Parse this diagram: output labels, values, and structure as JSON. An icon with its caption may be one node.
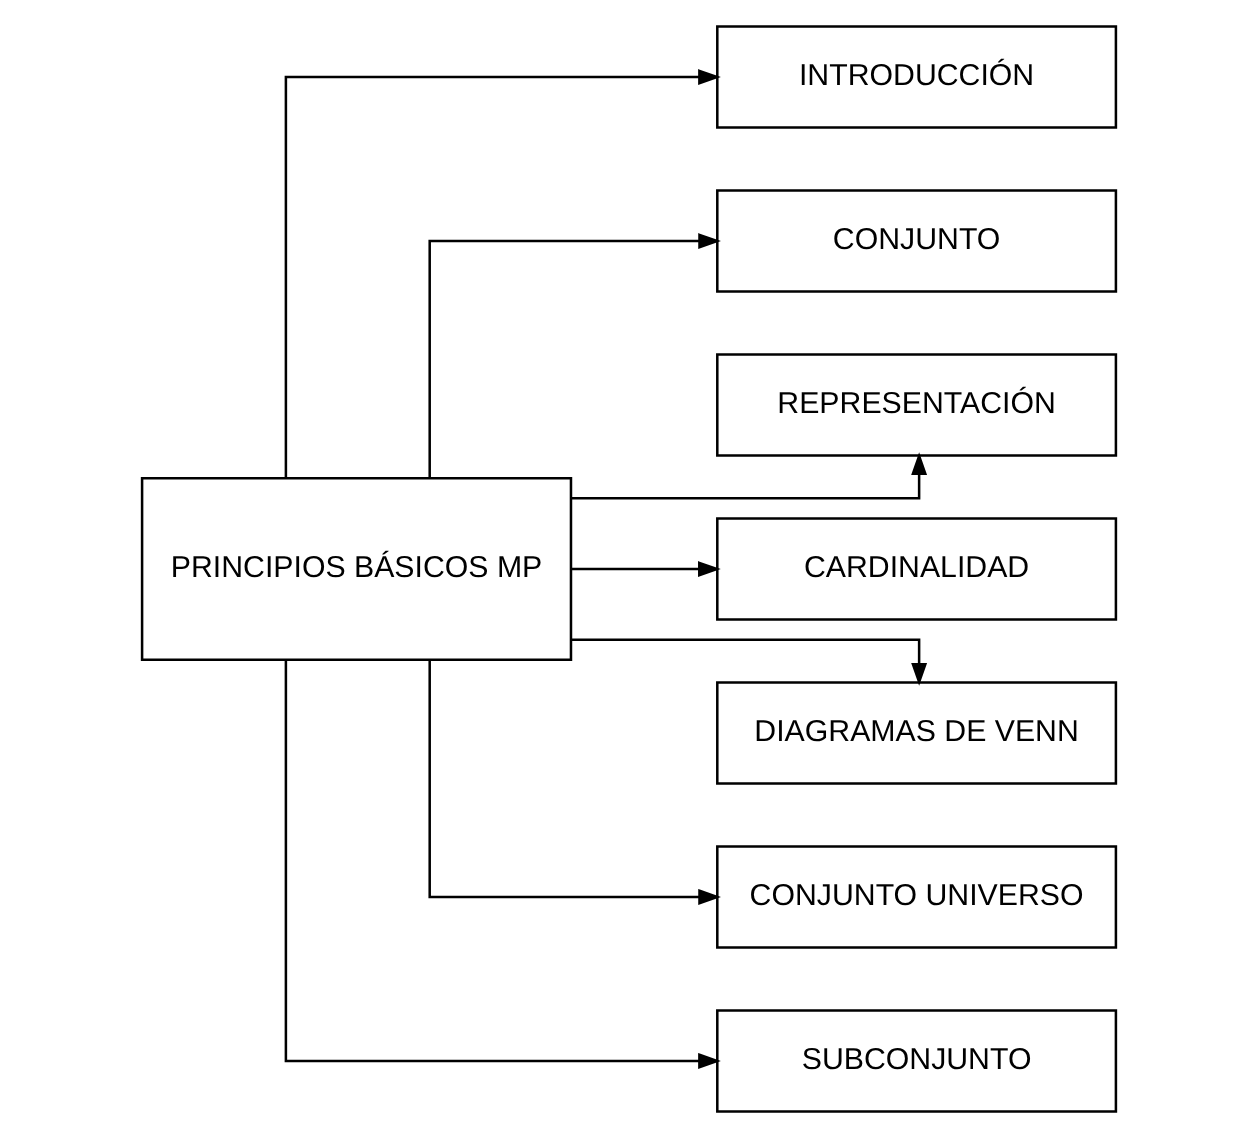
{
  "diagram": {
    "nodes": [
      {
        "text": [
          "PRINCIPIOS BÁSICOS MP"
        ]
      },
      {
        "text": [
          "INTRODUCCIÓN"
        ]
      },
      {
        "text": [
          "CONJUNTO"
        ]
      },
      {
        "text": [
          "REPRESENTACIÓN"
        ]
      },
      {
        "text": [
          "CARDINALIDAD"
        ]
      },
      {
        "text": [
          "DIAGRAMAS DE VENN"
        ]
      },
      {
        "text": [
          "CONJUNTO UNIVERSO"
        ]
      },
      {
        "text": [
          "SUBCONJUNTO"
        ]
      }
    ],
    "edges": [
      {
        "from": 0,
        "to": 1,
        "arrow": "to"
      },
      {
        "from": 0,
        "to": 2,
        "arrow": "to"
      },
      {
        "from": 0,
        "to": 3,
        "arrow": "to"
      },
      {
        "from": 0,
        "to": 4,
        "arrow": "to"
      },
      {
        "from": 0,
        "to": 5,
        "arrow": "to"
      },
      {
        "from": 0,
        "to": 6,
        "arrow": "to"
      },
      {
        "from": 0,
        "to": 7,
        "arrow": "to"
      }
    ]
  }
}
